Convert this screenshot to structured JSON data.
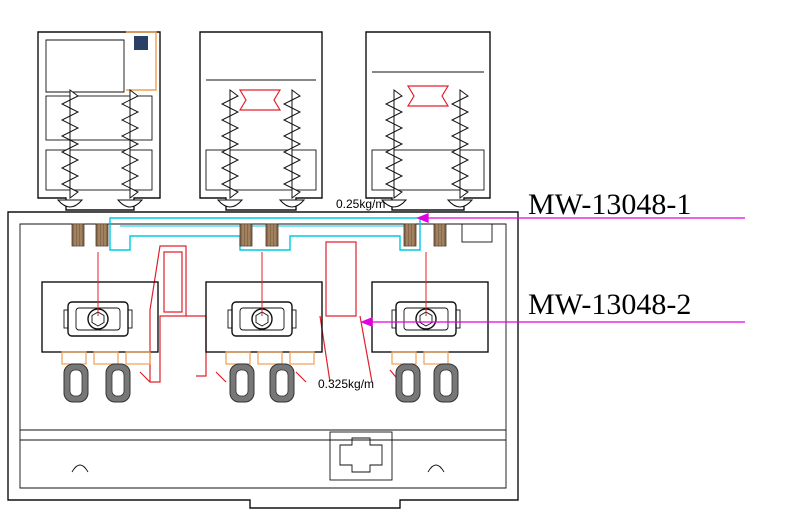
{
  "labels": {
    "part_1": "MW-13048-1",
    "part_2": "MW-13048-2"
  },
  "weights": {
    "upper": "0.25kg/m",
    "lower": "0.325kg/m"
  },
  "colors": {
    "outline": "#111111",
    "leader": "#e000e0",
    "cyan_profile": "#00c8e8",
    "red_profile": "#e0202a",
    "orange_parts": "#f0a050",
    "brush": "#8a6a4a",
    "gasket": "#777777"
  },
  "icons": [
    "screw-icon",
    "roller-icon",
    "brush-seal-icon",
    "gasket-icon"
  ]
}
